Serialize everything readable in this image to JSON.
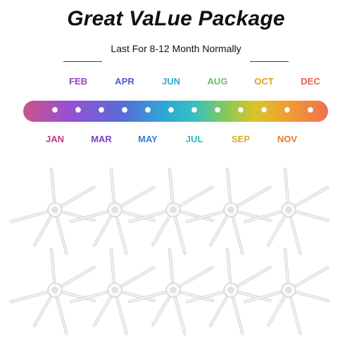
{
  "header": {
    "title": "Great VaLue Package",
    "subtitle": "Last For 8-12 Month Normally"
  },
  "months": [
    {
      "label": "JAN",
      "color": "#c03a7a"
    },
    {
      "label": "FEB",
      "color": "#9b3fc4"
    },
    {
      "label": "MAR",
      "color": "#7a40c0"
    },
    {
      "label": "APR",
      "color": "#4a60c8"
    },
    {
      "label": "MAY",
      "color": "#3a7fd0"
    },
    {
      "label": "JUN",
      "color": "#2fa8d6"
    },
    {
      "label": "JUL",
      "color": "#30b8c0"
    },
    {
      "label": "AUG",
      "color": "#6cbf6a"
    },
    {
      "label": "SEP",
      "color": "#d4ad2a"
    },
    {
      "label": "OCT",
      "color": "#e0a020"
    },
    {
      "label": "NOV",
      "color": "#e07a30"
    },
    {
      "label": "DEC",
      "color": "#e86048"
    }
  ],
  "brushes": {
    "count": 10,
    "color": "#f2f2f2",
    "outline": "#cfcfcf"
  }
}
